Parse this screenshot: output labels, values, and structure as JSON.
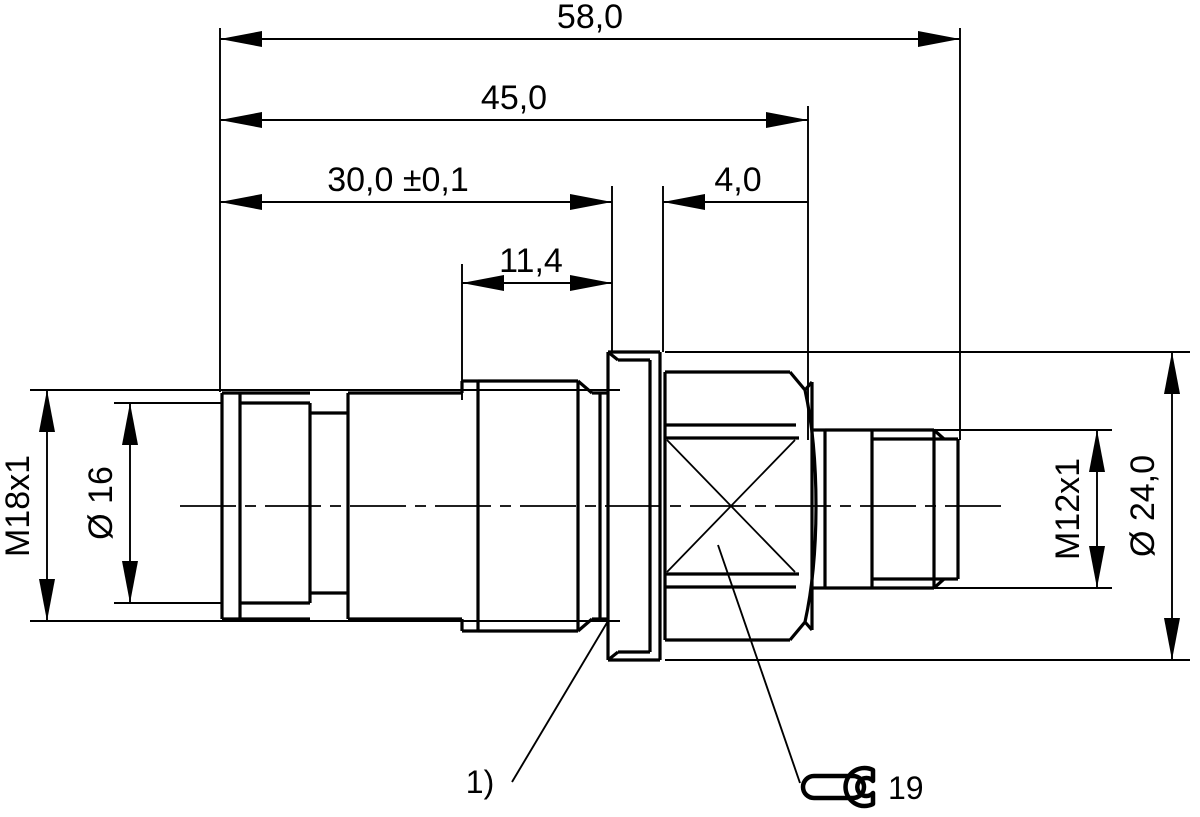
{
  "drawing": {
    "title": "Dimensional drawing of threaded sensor / connector",
    "units": "mm",
    "line_color": "#000000",
    "background_color": "#ffffff",
    "horizontal_dimensions": [
      {
        "id": "len-58",
        "label": "58,0",
        "value": 58.0,
        "unit": "mm"
      },
      {
        "id": "len-45",
        "label": "45,0",
        "value": 45.0,
        "unit": "mm"
      },
      {
        "id": "len-30",
        "label": "30,0 ±0,1",
        "value": 30.0,
        "tolerance": "±0,1",
        "unit": "mm"
      },
      {
        "id": "len-4",
        "label": "4,0",
        "value": 4.0,
        "unit": "mm"
      },
      {
        "id": "len-114",
        "label": "11,4",
        "value": 11.4,
        "unit": "mm"
      }
    ],
    "vertical_dimensions": [
      {
        "id": "thread-m18",
        "label": "M18x1",
        "kind": "thread"
      },
      {
        "id": "dia-16",
        "label": "Ø 16",
        "kind": "diameter"
      },
      {
        "id": "thread-m12",
        "label": "M12x1",
        "kind": "thread"
      },
      {
        "id": "dia-24",
        "label": "Ø 24,0",
        "kind": "diameter"
      }
    ],
    "annotations": [
      {
        "id": "note-1",
        "label": "1)",
        "kind": "footnote-reference"
      },
      {
        "id": "wrench-19",
        "label": "19",
        "kind": "wrench-size",
        "icon": "wrench-icon"
      }
    ]
  }
}
